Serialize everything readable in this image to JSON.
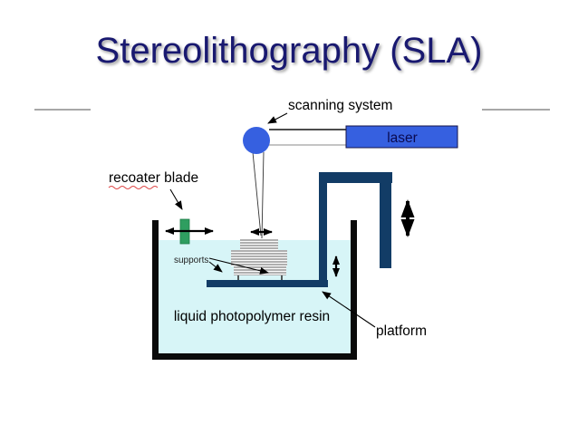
{
  "slide": {
    "title": "Stereolithography (SLA)"
  },
  "diagram": {
    "labels": {
      "scanning_system": "scanning system",
      "laser": "laser",
      "recoater_blade": "recoater blade",
      "supports": "supports",
      "liquid": "liquid photopolymer resin",
      "platform": "platform"
    },
    "colors": {
      "title_navy": "#191970",
      "structure_navy": "#123c66",
      "royal_blue": "#3660e0",
      "liquid_cyan": "#d7f5f7",
      "blade_green": "#2f9e60",
      "tank_black": "#0a0a0a",
      "divider_gray": "#8a8a8a",
      "laser_text": "#0a0a50",
      "spellcheck_red": "#dd4444"
    }
  }
}
